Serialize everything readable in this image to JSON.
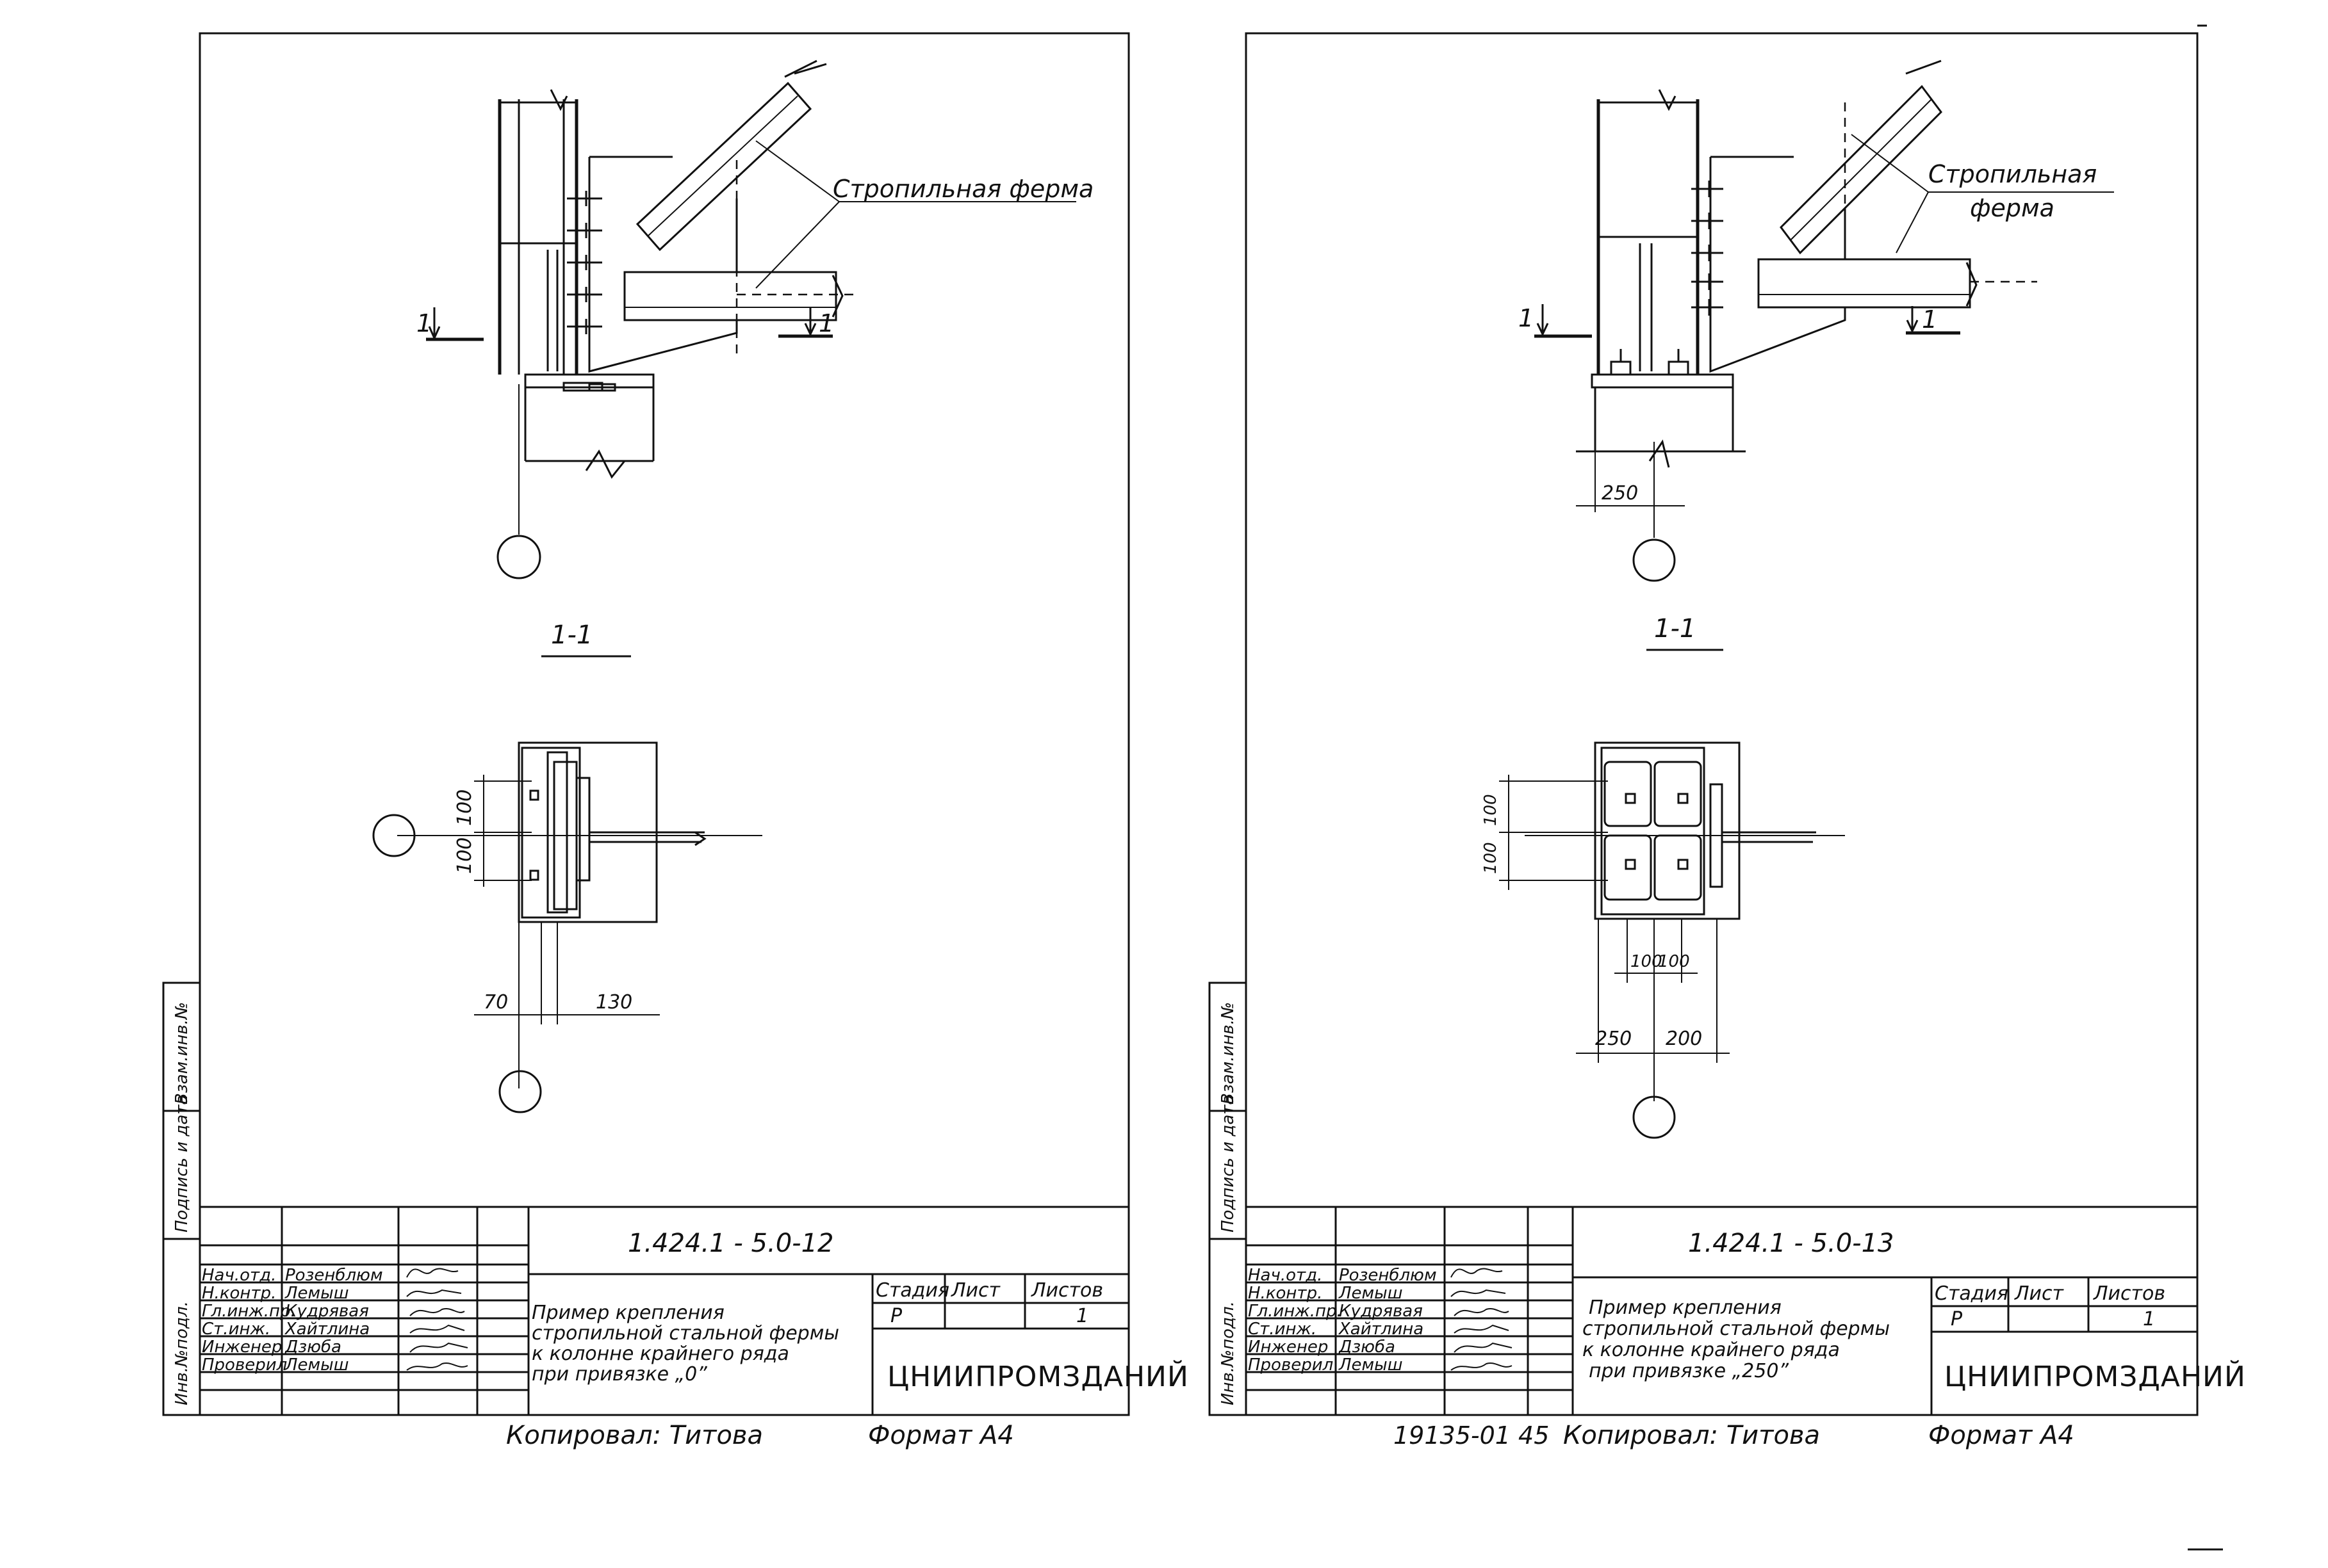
{
  "sheets": [
    {
      "drawing_code": "1.424.1 - 5.0-12",
      "title_lines": [
        "Пример крепления",
        "стропильной стальной фермы",
        "к колонне крайнего ряда",
        "при привязке „0”"
      ],
      "truss_label": "Стропильная ферма",
      "section_mark": "1",
      "section_title": "1-1",
      "dims": {
        "bolt_spacing_1": "100",
        "bolt_spacing_2": "100",
        "left_offset": "70",
        "right_offset": "130"
      },
      "stamp": {
        "roles": [
          "Нач.отд.",
          "Н.контр.",
          "Гл.инж.пр.",
          "Ст.инж.",
          "Инженер",
          "Проверил"
        ],
        "names": [
          "Розенблюм",
          "Лемыш",
          "Кудрявая",
          "Хайтлина",
          "Дзюба",
          "Лемыш"
        ],
        "stage_header": "Стадия",
        "sheet_header": "Лист",
        "sheets_header": "Листов",
        "stage": "Р",
        "sheet": "",
        "sheets_total": "1",
        "organization": "ЦНИИПРОМЗДАНИЙ"
      },
      "side_labels": [
        "Инв.№подл.",
        "Подпись и дата",
        "Взам.инв.№"
      ],
      "copied_by": "Копировал: Титова",
      "format": "Формат А4"
    },
    {
      "drawing_code": "1.424.1 - 5.0-13",
      "title_lines": [
        "Пример крепления",
        "стропильной стальной фермы",
        "к колонне крайнего ряда",
        "при привязке „250”"
      ],
      "truss_label_1": "Стропильная",
      "truss_label_2": "ферма",
      "section_mark": "1",
      "section_title": "1-1",
      "dims": {
        "offset_top": "250",
        "bolt_spacing_1": "100",
        "bolt_spacing_2": "100",
        "h_100_a": "100",
        "h_100_b": "100",
        "left_offset": "250",
        "right_offset": "200"
      },
      "stamp": {
        "roles": [
          "Нач.отд.",
          "Н.контр.",
          "Гл.инж.пр.",
          "Ст.инж.",
          "Инженер",
          "Проверил"
        ],
        "names": [
          "Розенблюм",
          "Лемыш",
          "Кудрявая",
          "Хайтлина",
          "Дзюба",
          "Лемыш"
        ],
        "stage_header": "Стадия",
        "sheet_header": "Лист",
        "sheets_header": "Листов",
        "stage": "Р",
        "sheet": "",
        "sheets_total": "1",
        "organization": "ЦНИИПРОМЗДАНИЙ"
      },
      "side_labels": [
        "Инв.№подл.",
        "Подпись и дата",
        "Взам.инв.№"
      ],
      "archive_number": "19135-01 45",
      "copied_by": "Копировал: Титова",
      "format": "Формат А4"
    }
  ]
}
